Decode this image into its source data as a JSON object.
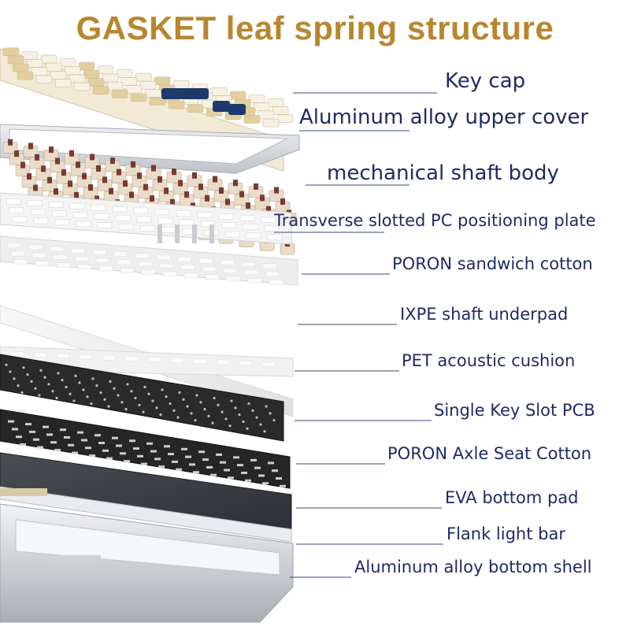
{
  "title": "GASKET leaf spring structure",
  "colors": {
    "title": "#b8862f",
    "label": "#1f2a63",
    "leader": "#3a4a7a",
    "keycap_cream": "#f3ead6",
    "keycap_beige": "#e3cf9d",
    "keycap_navy": "#1e3a6b",
    "aluminum": "#d9dbe0",
    "switch_housing": "#e9dcc8",
    "switch_stem": "#7a3a30",
    "plate_pc": "#f4f4f4",
    "foam_white": "#eeeeee",
    "pcb_black": "#2a2a2a",
    "eva_gray": "#3b3f45",
    "shell_silver": "#cfd2d6"
  },
  "layers": [
    {
      "label": "Key cap"
    },
    {
      "label": "Aluminum alloy upper cover"
    },
    {
      "label": "mechanical shaft body"
    },
    {
      "label": "Transverse slotted PC positioning plate"
    },
    {
      "label": "PORON sandwich cotton"
    },
    {
      "label": "IXPE shaft underpad"
    },
    {
      "label": "PET acoustic cushion"
    },
    {
      "label": "Single Key Slot PCB"
    },
    {
      "label": "PORON Axle Seat Cotton"
    },
    {
      "label": "EVA bottom pad"
    },
    {
      "label": "Flank light bar"
    },
    {
      "label": "Aluminum alloy bottom shell"
    }
  ]
}
